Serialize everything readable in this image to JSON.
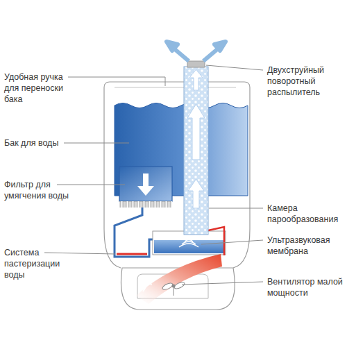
{
  "diagram": {
    "labels": [
      "Удобная ручка для переноски бака",
      "Бак для воды",
      "Фильтр для умягчения воды",
      "Система пастеризации воды",
      "Двухструйный поворотный распылитель",
      "Камера парообразования",
      "Ультразвуковая мембрана",
      "Вентилятор малой мощности"
    ]
  }
}
